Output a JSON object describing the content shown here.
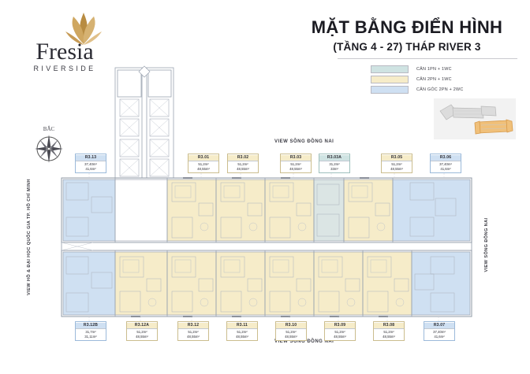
{
  "brand": {
    "name": "Fresia",
    "tagline": "RIVERSIDE"
  },
  "title": {
    "main": "MẶT BẰNG ĐIỂN HÌNH",
    "sub": "(TẦNG 4 - 27) THÁP RIVER 3"
  },
  "legend": {
    "items": [
      {
        "label": "CĂN 1PN + 1WC",
        "color": "#cfe3e2"
      },
      {
        "label": "CĂN 2PN + 1WC",
        "color": "#f6ecc9"
      },
      {
        "label": "CĂN GÓC 2PN + 2WC",
        "color": "#cfe0f2"
      }
    ]
  },
  "compass": {
    "north_label": "BẮC"
  },
  "orientation": {
    "top": "VIEW SÔNG ĐỒNG NAI",
    "bottom": "VIEW SÔNG ĐỒNG NAI",
    "left": "VIEW HỒ & ĐẠI HỌC QUỐC GIA TP. HỒ CHÍ MINH",
    "right": "VIEW SÔNG ĐỒNG NAI"
  },
  "units_top": [
    {
      "code": "R3.13",
      "area_net": "37,40m²",
      "area_gross": "41,6m²",
      "type": "blue"
    },
    {
      "code": "R3.01",
      "area_net": "51,2m²",
      "area_gross": "48,55m²",
      "type": "cream"
    },
    {
      "code": "R3.02",
      "area_net": "51,2m²",
      "area_gross": "48,55m²",
      "type": "cream"
    },
    {
      "code": "R3.03",
      "area_net": "51,2m²",
      "area_gross": "48,55m²",
      "type": "cream"
    },
    {
      "code": "R3.03A",
      "area_net": "31,2m²",
      "area_gross": "33m²",
      "type": "teal"
    },
    {
      "code": "R3.05",
      "area_net": "51,2m²",
      "area_gross": "48,55m²",
      "type": "cream"
    },
    {
      "code": "R3.06",
      "area_net": "37,40m²",
      "area_gross": "41,6m²",
      "type": "blue"
    }
  ],
  "units_bottom": [
    {
      "code": "R3.12B",
      "area_net": "31,7m²",
      "area_gross": "31,11m²",
      "type": "blue"
    },
    {
      "code": "R3.12A",
      "area_net": "51,2m²",
      "area_gross": "48,55m²",
      "type": "cream"
    },
    {
      "code": "R3.12",
      "area_net": "51,2m²",
      "area_gross": "48,55m²",
      "type": "cream"
    },
    {
      "code": "R3.11",
      "area_net": "51,2m²",
      "area_gross": "48,55m²",
      "type": "cream"
    },
    {
      "code": "R3.10",
      "area_net": "51,2m²",
      "area_gross": "48,55m²",
      "type": "cream"
    },
    {
      "code": "R3.09",
      "area_net": "51,2m²",
      "area_gross": "48,55m²",
      "type": "cream"
    },
    {
      "code": "R3.08",
      "area_net": "51,2m²",
      "area_gross": "48,55m²",
      "type": "cream"
    },
    {
      "code": "R3.07",
      "area_net": "37,40m²",
      "area_gross": "41,6m²",
      "type": "blue"
    }
  ],
  "colors": {
    "teal": "#cfe3e2",
    "cream": "#f6ecc9",
    "blue": "#cfe0f2",
    "plan_line": "#9aa3b0",
    "plan_line_light": "#c4cad3",
    "gold": "#c39a4e",
    "text": "#2c2c33"
  }
}
